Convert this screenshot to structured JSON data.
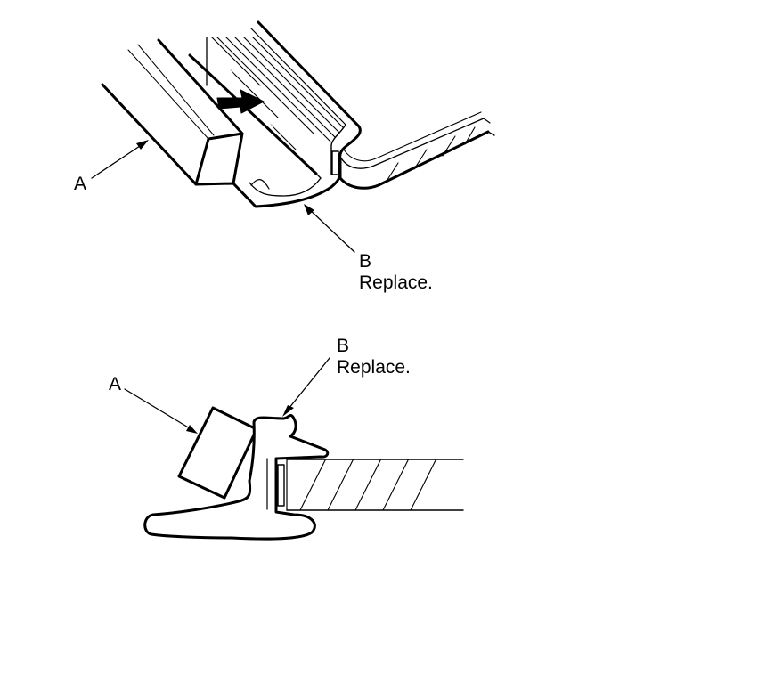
{
  "figure": {
    "top_view": {
      "callout_a": {
        "letter": "A"
      },
      "callout_b": {
        "letter": "B",
        "note": "Replace."
      }
    },
    "section_view": {
      "callout_a": {
        "letter": "A"
      },
      "callout_b": {
        "letter": "B",
        "note": "Replace."
      }
    }
  },
  "colors": {
    "ink": "#000000",
    "paper": "#ffffff"
  }
}
